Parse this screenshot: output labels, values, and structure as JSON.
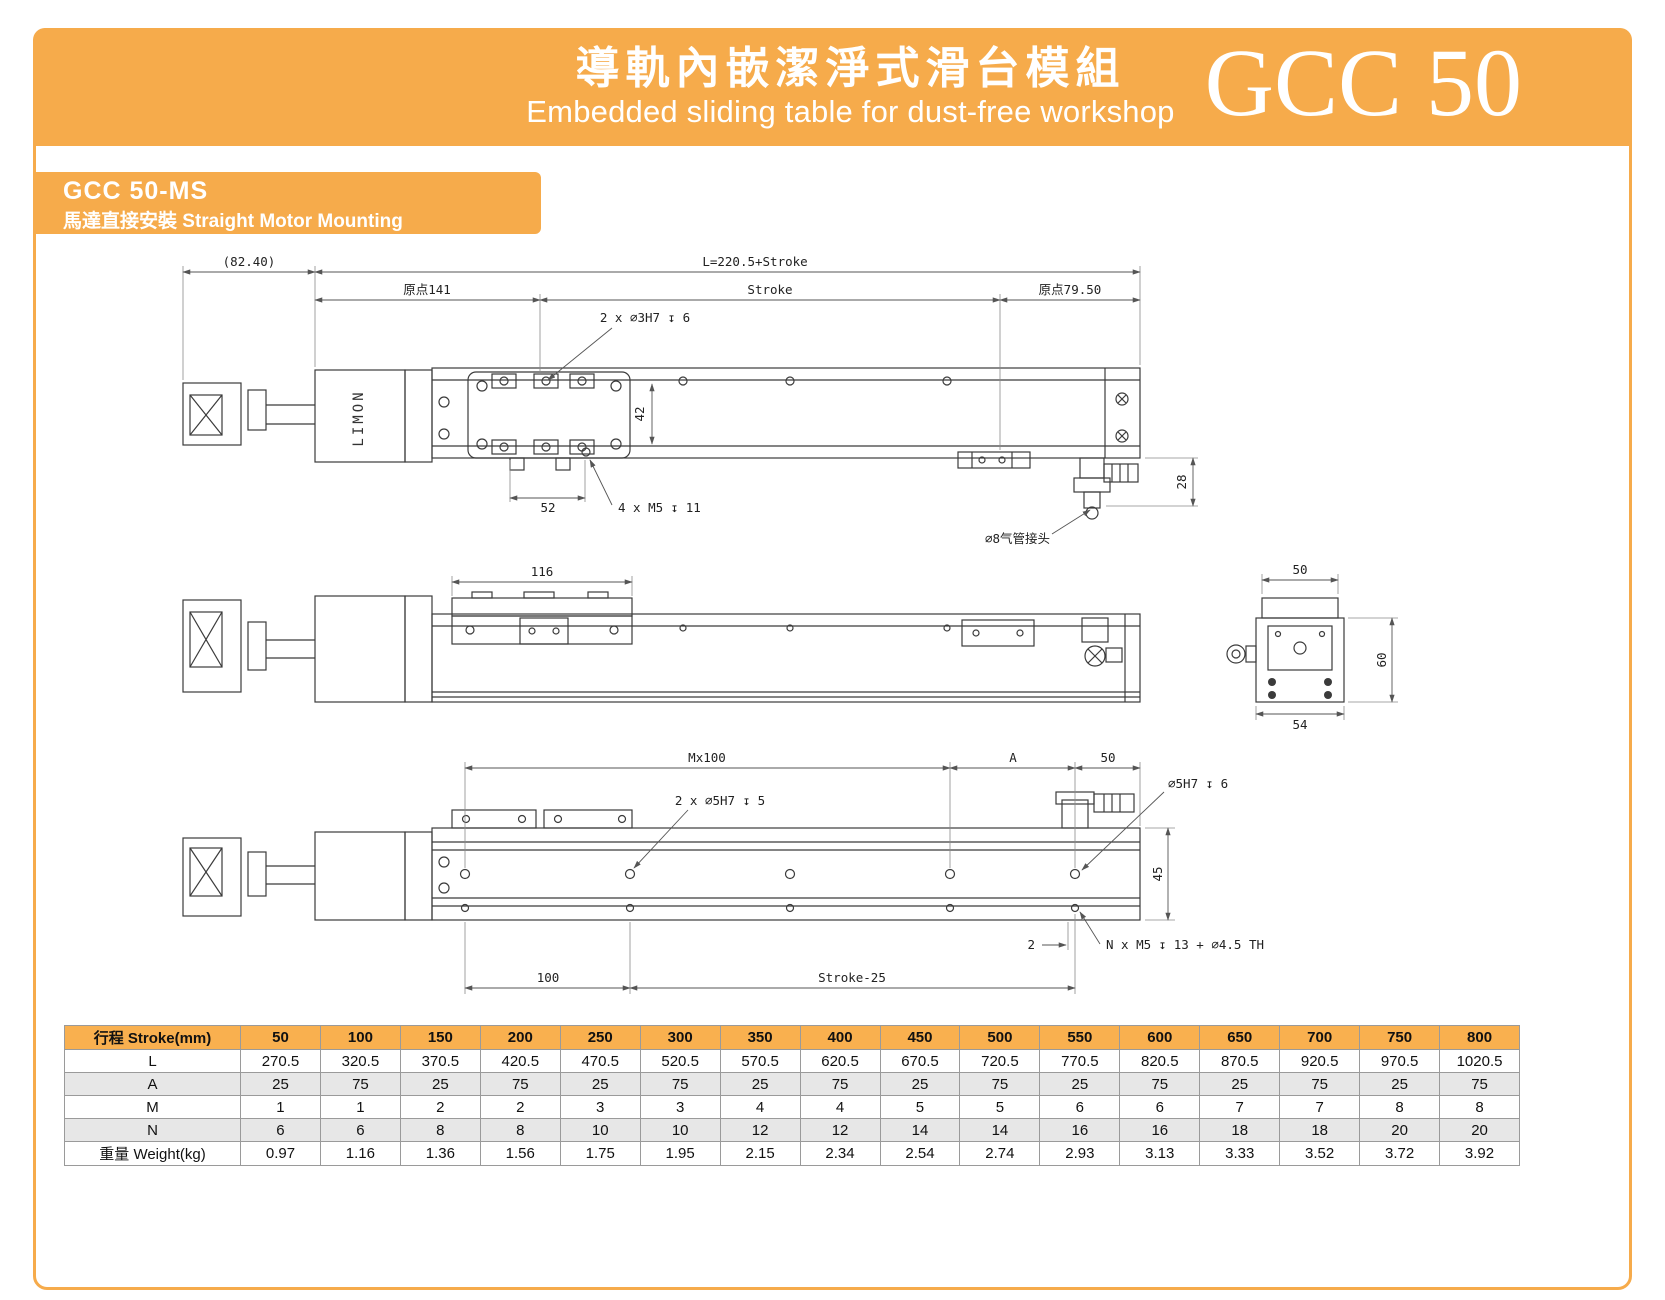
{
  "colors": {
    "accent": "#F6AB4B",
    "table_header": "#F9B04F",
    "row_alt": "#E7E7E7",
    "line": "#3b3b3b"
  },
  "header": {
    "title_zh": "導軌內嵌潔淨式滑台模組",
    "title_en": "Embedded sliding table for dust-free workshop",
    "model": "GCC 50"
  },
  "section": {
    "variant": "GCC 50-MS",
    "subtitle": "馬達直接安裝 Straight Motor Mounting"
  },
  "drawings": {
    "plan": {
      "offset": "(82.40)",
      "length": "L=220.5+Stroke",
      "origin_left": "原点141",
      "stroke": "Stroke",
      "origin_right": "原点79.50",
      "hole_note": "2 x ⌀3H7 ↧ 6",
      "width42": "42",
      "dim52": "52",
      "m5_note": "4 x M5 ↧ 11",
      "dim28": "28",
      "air_note": "⌀8气管接头",
      "brand": "LIMON"
    },
    "side": {
      "dim116": "116",
      "end_top": "50",
      "end_right": "60",
      "end_bottom": "54"
    },
    "bottom": {
      "pitch": "Mx100",
      "a": "A",
      "end50": "50",
      "hole_note": "2 x ⌀5H7 ↧ 5",
      "hole_right": "⌀5H7 ↧ 6",
      "width45": "45",
      "offset2": "2",
      "mount_note": "N x M5 ↧ 13 + ⌀4.5 TH",
      "first100": "100",
      "stroke": "Stroke-25"
    }
  },
  "table": {
    "header": {
      "label": "行程 Stroke(mm)",
      "strokes": [
        "50",
        "100",
        "150",
        "200",
        "250",
        "300",
        "350",
        "400",
        "450",
        "500",
        "550",
        "600",
        "650",
        "700",
        "750",
        "800"
      ]
    },
    "rows": [
      {
        "label": "L",
        "values": [
          "270.5",
          "320.5",
          "370.5",
          "420.5",
          "470.5",
          "520.5",
          "570.5",
          "620.5",
          "670.5",
          "720.5",
          "770.5",
          "820.5",
          "870.5",
          "920.5",
          "970.5",
          "1020.5"
        ]
      },
      {
        "label": "A",
        "values": [
          "25",
          "75",
          "25",
          "75",
          "25",
          "75",
          "25",
          "75",
          "25",
          "75",
          "25",
          "75",
          "25",
          "75",
          "25",
          "75"
        ]
      },
      {
        "label": "M",
        "values": [
          "1",
          "1",
          "2",
          "2",
          "3",
          "3",
          "4",
          "4",
          "5",
          "5",
          "6",
          "6",
          "7",
          "7",
          "8",
          "8"
        ]
      },
      {
        "label": "N",
        "values": [
          "6",
          "6",
          "8",
          "8",
          "10",
          "10",
          "12",
          "12",
          "14",
          "14",
          "16",
          "16",
          "18",
          "18",
          "20",
          "20"
        ]
      },
      {
        "label": "重量 Weight(kg)",
        "values": [
          "0.97",
          "1.16",
          "1.36",
          "1.56",
          "1.75",
          "1.95",
          "2.15",
          "2.34",
          "2.54",
          "2.74",
          "2.93",
          "3.13",
          "3.33",
          "3.52",
          "3.72",
          "3.92"
        ]
      }
    ]
  }
}
